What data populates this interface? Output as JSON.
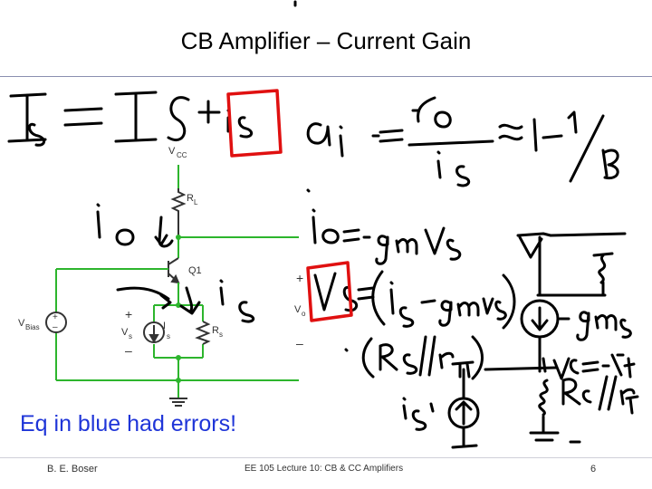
{
  "slide": {
    "title": "CB Amplifier – Current Gain",
    "note": "Eq in blue had errors!",
    "footer": {
      "author": "B. E. Boser",
      "course": "EE 105 Lecture 10: CB & CC Amplifiers",
      "page": "6"
    }
  },
  "circuit": {
    "vcc": "V",
    "vcc_sub": "CC",
    "rl": "R",
    "rl_sub": "L",
    "q1": "Q1",
    "vbias": "V",
    "vbias_sub": "Bias",
    "vs": "V",
    "vs_sub": "s",
    "is": "I",
    "is_sub": "s",
    "rs": "R",
    "rs_sub": "s",
    "vo": "V",
    "vo_sub": "o",
    "plus": "+",
    "minus": "–"
  },
  "colors": {
    "wire": "#2db52d",
    "ink": "#000000",
    "box": "#e01010",
    "note": "#1f35d8"
  }
}
